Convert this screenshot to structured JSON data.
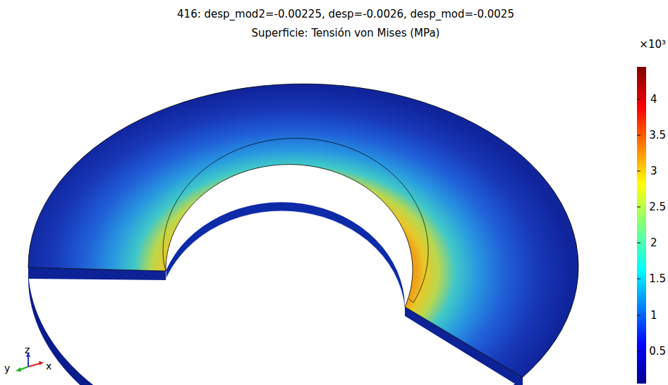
{
  "diagram": {
    "title": "416: desp_mod2=-0.00225, desp=-0.0026, desp_mod=-0.0025",
    "labels": [
      "Superficie: Tensión von Mises (MPa)",
      "×10³",
      "4",
      "3.5",
      "3",
      "2.5",
      "2",
      "1.5",
      "1",
      "0.5",
      "y",
      "z",
      "x"
    ]
  }
}
